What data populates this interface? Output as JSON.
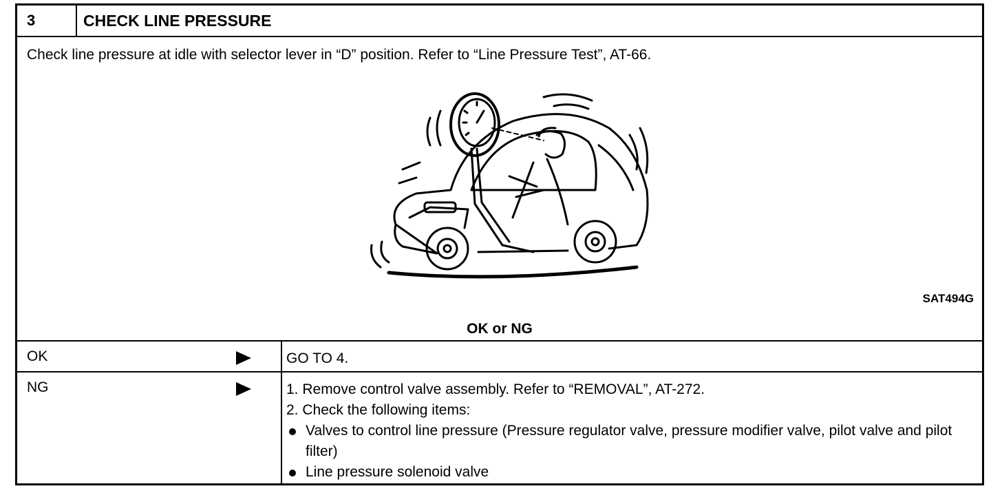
{
  "step": {
    "number": "3",
    "title": "CHECK LINE PRESSURE"
  },
  "instruction": "Check line pressure at idle with selector lever in “D” position. Refer to “Line Pressure Test”, AT-66.",
  "figure": {
    "code": "SAT494G",
    "icon": "car-with-pressure-gauge-illustration"
  },
  "question": "OK or NG",
  "results": [
    {
      "label": "OK",
      "actions": [
        "GO TO 4."
      ]
    },
    {
      "label": "NG",
      "numbered": [
        "1.  Remove control valve assembly. Refer to “REMOVAL”, AT-272.",
        "2.  Check the following items:"
      ],
      "bullets": [
        "Valves to control line pressure (Pressure regulator valve, pressure modifier valve, pilot valve and pilot filter)",
        "Line pressure solenoid valve"
      ]
    }
  ]
}
